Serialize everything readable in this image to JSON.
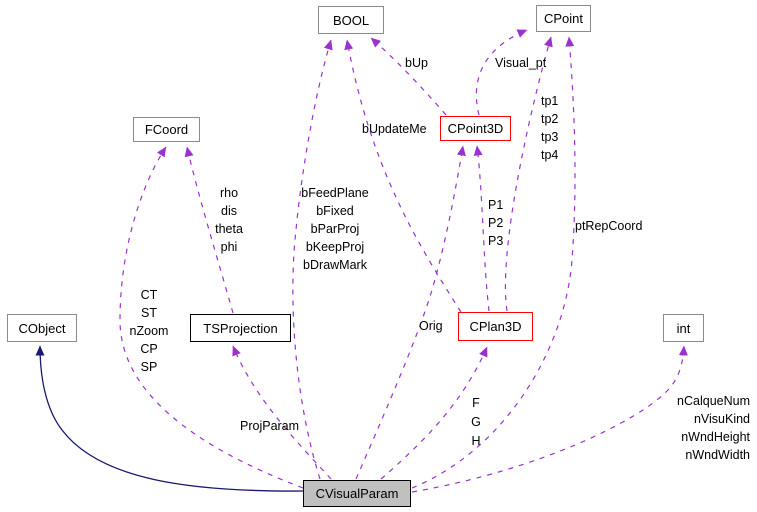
{
  "diagram_type": "class-collaboration-graph",
  "colors": {
    "edge-dashed": "#9a32cd",
    "edge-solid": "#191970",
    "border-default": "#8b8b8b",
    "border-emph": "#000000",
    "border-external": "#ff0000",
    "node-fill": "#ffffff",
    "main-fill": "#c0c0c0",
    "bg": "#ffffff",
    "text": "#000000"
  },
  "nodes": [
    {
      "id": "bool",
      "label": "BOOL"
    },
    {
      "id": "cpoint",
      "label": "CPoint"
    },
    {
      "id": "fcoord",
      "label": "FCoord"
    },
    {
      "id": "cpoint3d",
      "label": "CPoint3D"
    },
    {
      "id": "cobject",
      "label": "CObject"
    },
    {
      "id": "tsprojection",
      "label": "TSProjection"
    },
    {
      "id": "cplan3d",
      "label": "CPlan3D"
    },
    {
      "id": "int",
      "label": "int"
    },
    {
      "id": "cvisualparam",
      "label": "CVisualParam"
    }
  ],
  "edges": [
    {
      "from": "CVisualParam",
      "to": "CObject",
      "style": "solid-inheritance",
      "labels": []
    },
    {
      "from": "CVisualParam",
      "to": "BOOL",
      "style": "dashed-usage",
      "labels": [
        "bFeedPlane",
        "bFixed",
        "bParProj",
        "bKeepProj",
        "bDrawMark"
      ]
    },
    {
      "from": "CPlan3D",
      "to": "BOOL",
      "style": "dashed-usage",
      "labels": [
        "bUpdateMe"
      ]
    },
    {
      "from": "CPoint3D",
      "to": "BOOL",
      "style": "dashed-usage",
      "labels": [
        "bUp"
      ]
    },
    {
      "from": "CPoint3D",
      "to": "CPoint",
      "style": "dashed-usage",
      "labels": [
        "Visual_pt"
      ]
    },
    {
      "from": "CPlan3D",
      "to": "CPoint",
      "style": "dashed-usage",
      "labels": [
        "tp1",
        "tp2",
        "tp3",
        "tp4"
      ]
    },
    {
      "from": "CVisualParam",
      "to": "CPoint",
      "style": "dashed-usage",
      "labels": [
        "ptRepCoord"
      ]
    },
    {
      "from": "TSProjection",
      "to": "FCoord",
      "style": "dashed-usage",
      "labels": [
        "rho",
        "dis",
        "theta",
        "phi"
      ]
    },
    {
      "from": "CVisualParam",
      "to": "FCoord",
      "style": "dashed-usage",
      "labels": [
        "CT",
        "ST",
        "nZoom",
        "CP",
        "SP"
      ]
    },
    {
      "from": "CPlan3D",
      "to": "CPoint3D",
      "style": "dashed-usage",
      "labels": [
        "P1",
        "P2",
        "P3"
      ]
    },
    {
      "from": "CVisualParam",
      "to": "CPoint3D",
      "style": "dashed-usage",
      "labels": [
        "Orig"
      ]
    },
    {
      "from": "CVisualParam",
      "to": "TSProjection",
      "style": "dashed-usage",
      "labels": [
        "ProjParam"
      ]
    },
    {
      "from": "CVisualParam",
      "to": "CPlan3D",
      "style": "dashed-usage",
      "labels": [
        "F",
        "G",
        "H"
      ]
    },
    {
      "from": "CVisualParam",
      "to": "int",
      "style": "dashed-usage",
      "labels": [
        "nCalqueNum",
        "nVisuKind",
        "nWndHeight",
        "nWndWidth"
      ]
    }
  ]
}
